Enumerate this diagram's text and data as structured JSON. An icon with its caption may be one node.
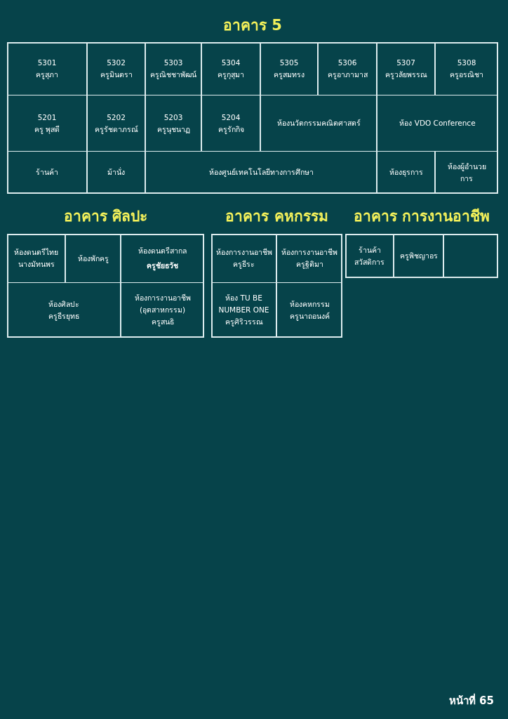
{
  "diagram": {
    "nodes": [
      {
        "text": [
          "อาคาร 5"
        ]
      },
      {
        "text": [
          "5301",
          "ครูสุภา"
        ],
        "in": 0
      },
      {
        "text": [
          "5302",
          "ครูมินตรา"
        ],
        "in": 0
      },
      {
        "text": [
          "5303",
          "ครูณิชชาพัฒน์"
        ],
        "in": 0
      },
      {
        "text": [
          "5304",
          "ครูกุสุมา"
        ],
        "in": 0
      },
      {
        "text": [
          "5305",
          "ครูสมทรง"
        ],
        "in": 0
      },
      {
        "text": [
          "5306",
          "ครูอาภามาส"
        ],
        "in": 0
      },
      {
        "text": [
          "5307",
          "ครูวลัยพรรณ"
        ],
        "in": 0
      },
      {
        "text": [
          "5308",
          "ครูอรณิชา"
        ],
        "in": 0
      },
      {
        "text": [
          "5201",
          "ครู พุสดี"
        ],
        "in": 0
      },
      {
        "text": [
          "5202",
          "ครูรัชดาภรณ์"
        ],
        "in": 0
      },
      {
        "text": [
          "5203",
          "ครูนุชนาฏ"
        ],
        "in": 0
      },
      {
        "text": [
          "5204",
          "ครูรักกิจ"
        ],
        "in": 0
      },
      {
        "text": [
          "ห้องนวัตกรรมคณิตศาสตร์"
        ],
        "in": 0
      },
      {
        "text": [
          "ห้อง VDO Conference"
        ],
        "in": 0
      },
      {
        "text": [
          "ร้านค้า"
        ],
        "in": 0
      },
      {
        "text": [
          "ม้านั่ง"
        ],
        "in": 0
      },
      {
        "text": [
          "ห้องศูนย์เทคโนโลยีทางการศึกษา"
        ],
        "in": 0
      },
      {
        "text": [
          "ห้องธุรการ"
        ],
        "in": 0
      },
      {
        "text": [
          "ห้องผู้อำนวยการ"
        ],
        "in": 0
      },
      {
        "text": [
          "อาคาร ศิลปะ"
        ]
      },
      {
        "text": [
          "ห้องดนตรีไทย",
          "นางมัทนพร"
        ],
        "in": 20
      },
      {
        "text": [
          "ห้องพักครู"
        ],
        "in": 20
      },
      {
        "text": [
          "ห้องดนตรีสากล",
          "ครูชัยธวัช"
        ],
        "in": 20
      },
      {
        "text": [
          "ห้องศิลปะ",
          "ครูธีรยุทธ"
        ],
        "in": 20
      },
      {
        "text": [
          "ห้องการงานอาชีพ (อุตสาหกรรม)",
          "ครูสนธิ"
        ],
        "in": 20
      },
      {
        "text": [
          "อาคาร คหกรรม"
        ]
      },
      {
        "text": [
          "ห้องการงานอาชีพ",
          "ครูธีระ"
        ],
        "in": 26
      },
      {
        "text": [
          "ห้องการงานอาชีพ",
          "ครูฐิติมา"
        ],
        "in": 26
      },
      {
        "text": [
          "ห้อง TU BE NUMBER ONE",
          "ครูศิริวรรณ"
        ],
        "in": 26
      },
      {
        "text": [
          "ห้องคหกรรม",
          "ครูนาถอนงค์"
        ],
        "in": 26
      },
      {
        "text": [
          "อาคาร การงานอาชีพ"
        ]
      },
      {
        "text": [
          "ร้านค้าสวัสดิการ"
        ],
        "in": 31
      },
      {
        "text": [
          "ครูพิชญาอร"
        ],
        "in": 31
      },
      {
        "text": [],
        "shape": "box",
        "in": 31
      }
    ],
    "labels": [
      "หน้าที่ 65"
    ]
  }
}
